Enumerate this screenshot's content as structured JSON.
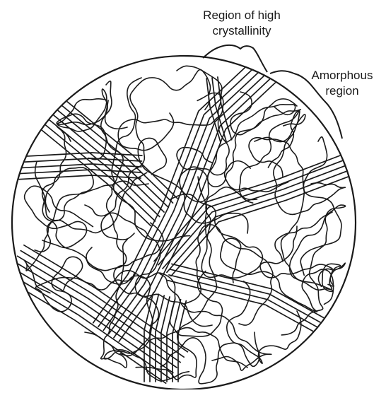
{
  "labels": {
    "crystalline": [
      "Region of high",
      "crystallinity"
    ],
    "amorphous": [
      "Amorphous",
      "region"
    ]
  },
  "colors": {
    "ink": "#1a1a1a",
    "background": "#ffffff"
  }
}
